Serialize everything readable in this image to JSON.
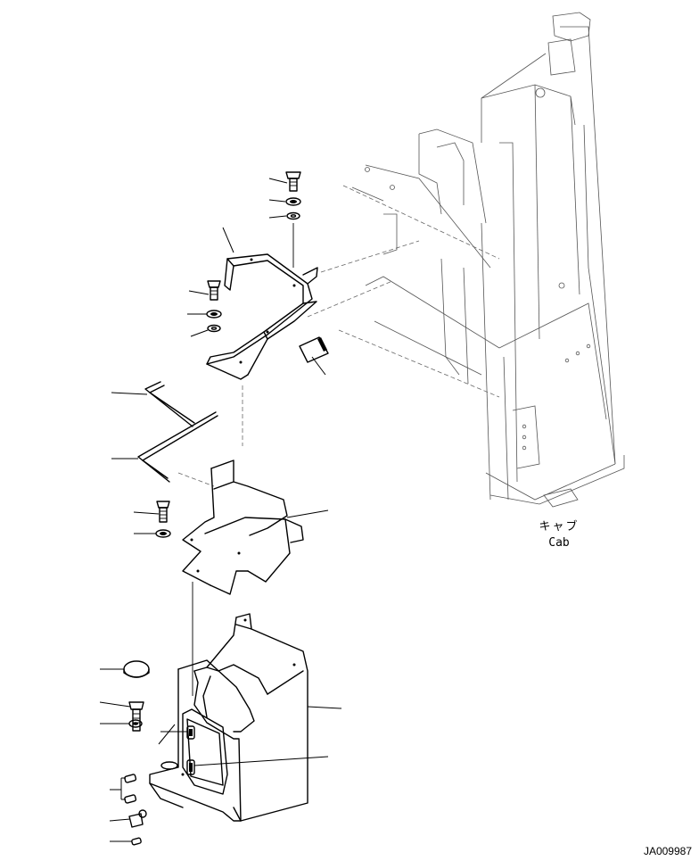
{
  "diagram": {
    "cab_label_jp": "キャブ",
    "cab_label_en": "Cab",
    "document_id": "JA009987"
  }
}
